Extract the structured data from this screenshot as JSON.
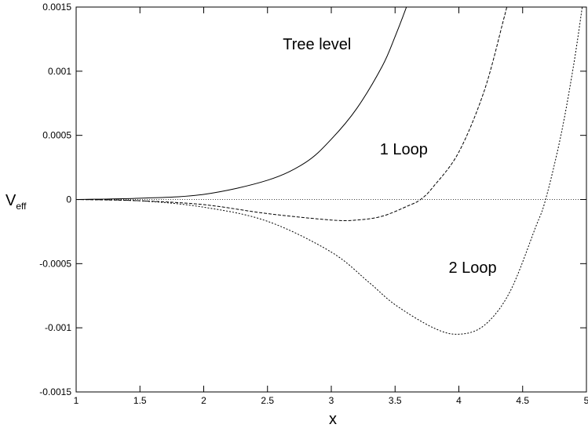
{
  "chart_data": {
    "type": "line",
    "title": "",
    "xlabel": "x",
    "ylabel_main": "V",
    "ylabel_sub": "eff",
    "xlim": [
      1,
      5
    ],
    "ylim": [
      -0.0015,
      0.0015
    ],
    "x_ticks": [
      1,
      1.5,
      2,
      2.5,
      3,
      3.5,
      4,
      4.5,
      5
    ],
    "x_tick_labels": [
      "1",
      "1.5",
      "2",
      "2.5",
      "3",
      "3.5",
      "4",
      "4.5",
      "5"
    ],
    "y_ticks": [
      -0.0015,
      -0.001,
      -0.0005,
      0,
      0.0005,
      0.001,
      0.0015
    ],
    "y_tick_labels": [
      "-0.0015",
      "-0.001",
      "-0.0005",
      "0",
      "0.0005",
      "0.001",
      "0.0015"
    ],
    "grid": false,
    "zero_line": true,
    "series": [
      {
        "name": "Tree level",
        "style": "solid",
        "x": [
          1.0,
          1.5,
          2.0,
          2.5,
          2.8,
          3.0,
          3.2,
          3.4,
          3.5,
          3.6,
          3.62
        ],
        "y": [
          0.0,
          1e-05,
          4e-05,
          0.00015,
          0.00029,
          0.00047,
          0.00071,
          0.00104,
          0.00127,
          0.00153,
          0.0016
        ]
      },
      {
        "name": "1 Loop",
        "style": "dashed",
        "x": [
          1.0,
          1.5,
          2.0,
          2.5,
          3.0,
          3.2,
          3.4,
          3.6,
          3.7,
          3.8,
          4.0,
          4.2,
          4.35,
          4.4
        ],
        "y": [
          0.0,
          -1e-05,
          -4e-05,
          -0.00011,
          -0.00016,
          -0.00016,
          -0.00013,
          -5e-05,
          0.0,
          0.0001,
          0.00037,
          0.00085,
          0.0014,
          0.0016
        ]
      },
      {
        "name": "2 Loop",
        "style": "dotted",
        "x": [
          1.0,
          1.5,
          2.0,
          2.5,
          3.0,
          3.3,
          3.5,
          3.8,
          4.0,
          4.2,
          4.4,
          4.6,
          4.68,
          4.8,
          4.9,
          4.97
        ],
        "y": [
          0.0,
          -1e-05,
          -6e-05,
          -0.00017,
          -0.00041,
          -0.00065,
          -0.00082,
          -0.001,
          -0.00105,
          -0.00098,
          -0.00072,
          -0.00022,
          0.0,
          0.0005,
          0.00105,
          0.00152
        ]
      }
    ],
    "annotations": [
      {
        "text": "Tree level",
        "x": 2.62,
        "y": 0.00117
      },
      {
        "text": "1 Loop",
        "x": 3.38,
        "y": 0.00035
      },
      {
        "text": "2 Loop",
        "x": 3.92,
        "y": -0.00057
      }
    ]
  }
}
